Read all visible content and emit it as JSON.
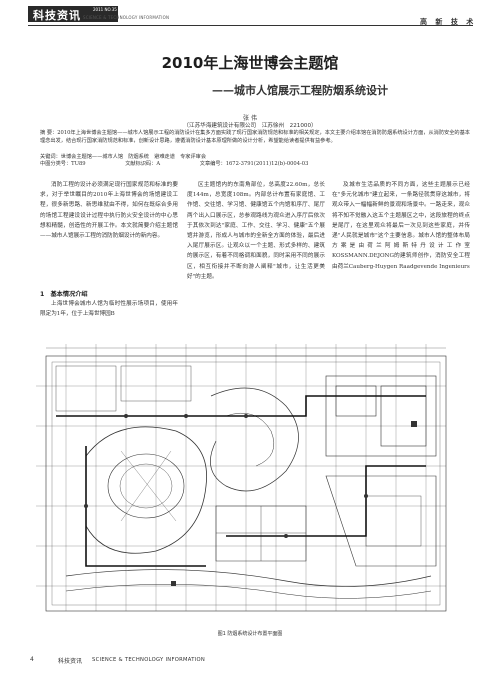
{
  "header": {
    "journal": "科技资讯",
    "issue": "2011 NO.35",
    "journal_en": "SCIENCE & TECHNOLOGY INFORMATION",
    "section": "高 新 技 术"
  },
  "article": {
    "title": "2010年上海世博会主题馆",
    "subtitle": "——城市人馆展示工程防烟系统设计",
    "author": "张 伟",
    "affiliation": "（江苏华海建筑设计有限公司　江苏徐州　221000）",
    "abstract": "摘 要：2010年上海世博会主题馆——城市人馆展示工程的消防设计在集多方面实践了现行国家消防规范和标准的相关规定，本文主要介绍本馆在消防防烟系统设计方面，从消防安全的基本理念出发，结合现行国家消防规范和标准，创新设计思路，遵循消防设计基本原理所做的设计分析，希望能给读者提供有益参考。",
    "keywords": "关键词：世博会主题馆——城市人馆　防烟系统　避难走道　专家评审会",
    "clc": "中图分类号：TU89",
    "doc_code": "文献标识码：A",
    "article_no": "文章编号：1672-3791(2011)12(b)-0004-03"
  },
  "body": {
    "col1_intro": "消防工程的设计必须满足现行国家规范和标准的要求，对于举世瞩目的2010年上海世博会的场馆建设工程，很多新思路、新思维就由不得，如何在既综合多用的场馆工程建设设计过程中执行防火安全设计的中心思想和精髓，创造性的开展工作。本文就简要介绍主题馆——城市人馆展示工程的消防防烟设计的新内容。",
    "section1_heading": "1　基本情况介绍",
    "col1_section1": "上海世博会城市人馆为临时性展示场项目，使用年限定为1年，位于上海世博园B",
    "col2": "区主题馆内的东南角部位，总高度22.60m，总长度144m，总宽度108m。内部总计布置有家庭馆、工作馆、交往馆、学习馆、健康馆五个内馆和序厅、尾厅两个出入口展示区，总参观路线为观众进入序厅后依次于其依次到达\"家庭、工作、交往、学习、健康\"五个展馆并游览，形成人与城市的全新全方面的体验，最后进入尾厅展示区。让观众以一个主题、形式多样的、建筑的展示区，有着不同格调和面貌，同时采用不同的展示区，相互衔接并不断向游人阐释\"城市，让生活更美好\"的主题。",
    "col3": "及城市生活品质的不同方面，这些主题展示已经在\"多元化城市\"建立起来，一条路径就贯穿这城市，将观众带入一幅幅新鲜的景观和场景中。一路走来，观众将不知不觉融入这五个主题展区之中，这段旅程的终点是尾厅，在这里观众将最后一次见到这些家庭，并传递\"人民就是城市\"这个主要信息。城市人馆的整体布局方案是由荷兰阿姆斯特丹设计工作室KOSSMANN.DEJONG的建筑师创作，消防安全工程由荷兰Cauberg-Huygen Raadgevende Ingenieurs"
  },
  "figure": {
    "caption": "图1  防烟系统设计布置平面图"
  },
  "footer": {
    "page_number": "4",
    "journal": "科技资讯",
    "journal_en": "SCIENCE & TECHNOLOGY INFORMATION"
  }
}
